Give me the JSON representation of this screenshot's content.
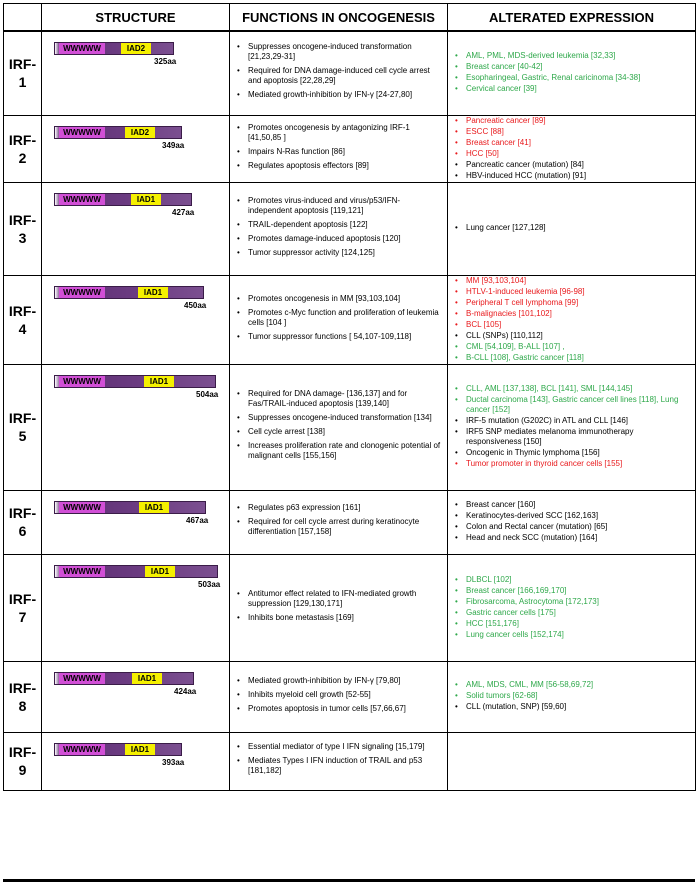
{
  "headers": {
    "name": "",
    "structure": "STRUCTURE",
    "functions": "FUNCTIONS IN ONCOGENESIS",
    "expression": "ALTERATED EXPRESSION"
  },
  "colors": {
    "green": "#2ea84a",
    "red": "#e8191c",
    "black": "#000000",
    "w_motif": "#d14fd6",
    "iad": "#f5f000",
    "body": "#6a3a80"
  },
  "rows": [
    {
      "name": [
        "IRF-",
        "1"
      ],
      "structure": {
        "motif": "WWWWW",
        "iad": "IAD2",
        "length": "325aa"
      },
      "functions": [
        "Suppresses oncogene-induced transformation [21,23,29-31]",
        "Required for DNA damage-induced cell cycle arrest and apoptosis [22,28,29]",
        "Mediated growth-inhibition by IFN-γ [24-27,80]"
      ],
      "expression": [
        {
          "text": "AML, PML, MDS-derived leukemia [32,33]",
          "color": "green"
        },
        {
          "text": "Breast cancer [40-42]",
          "color": "green"
        },
        {
          "text": "Esopharingeal, Gastric, Renal caricinoma [34-38]",
          "color": "green"
        },
        {
          "text": "Cervical cancer [39]",
          "color": "green"
        }
      ]
    },
    {
      "name": [
        "IRF-",
        "2"
      ],
      "structure": {
        "motif": "WWWWW",
        "iad": "IAD2",
        "length": "349aa"
      },
      "functions": [
        "Promotes oncogenesis by antagonizing IRF-1 [41,50,85 ]",
        "Impairs N-Ras function [86]",
        "Regulates apoptosis effectors [89]"
      ],
      "expression": [
        {
          "text": "Pancreatic cancer [89]",
          "color": "red"
        },
        {
          "text": "ESCC [88]",
          "color": "red"
        },
        {
          "text": "Breast cancer [41]",
          "color": "red"
        },
        {
          "text": "HCC [50]",
          "color": "red"
        },
        {
          "text": "Pancreatic cancer (mutation) [84]",
          "color": "black"
        },
        {
          "text": "HBV-induced HCC (mutation) [91]",
          "color": "black"
        }
      ]
    },
    {
      "name": [
        "IRF-",
        "3"
      ],
      "structure": {
        "motif": "WWWWW",
        "iad": "IAD1",
        "length": "427aa"
      },
      "functions": [
        "Promotes virus-induced and virus/p53/IFN-independent apoptosis [119,121]",
        "TRAIL-dependent apoptosis [122]",
        "Promotes damage-induced apoptosis [120]",
        "Tumor suppressor activity [124,125]"
      ],
      "expression": [
        {
          "text": "Lung cancer [127,128]",
          "color": "black"
        }
      ]
    },
    {
      "name": [
        "IRF-",
        "4"
      ],
      "structure": {
        "motif": "WWWWW",
        "iad": "IAD1",
        "length": "450aa"
      },
      "functions": [
        "Promotes oncogenesis in MM [93,103,104]",
        "Promotes c-Myc function and proliferation of leukemia cells [104 ]",
        "Tumor suppressor functions [ 54,107-109,118]"
      ],
      "expression": [
        {
          "text": "MM [93,103,104]",
          "color": "red"
        },
        {
          "text": "HTLV-1-induced leukemia [96-98]",
          "color": "red"
        },
        {
          "text": "Peripheral T cell lymphoma [99]",
          "color": "red"
        },
        {
          "text": "B-malignacies [101,102]",
          "color": "red"
        },
        {
          "text": "BCL [105]",
          "color": "red"
        },
        {
          "text": "CLL (SNPs) [110,112]",
          "color": "black"
        },
        {
          "text": "CML [54,109], B-ALL [107] ,",
          "color": "green"
        },
        {
          "text": "B-CLL [108], Gastric cancer [118]",
          "color": "green"
        }
      ]
    },
    {
      "name": [
        "IRF-",
        "5"
      ],
      "structure": {
        "motif": "WWWWW",
        "iad": "IAD1",
        "length": "504aa"
      },
      "functions": [
        "Required for DNA damage- [136,137] and for Fas/TRAIL-induced apoptosis [139,140]",
        "Suppresses oncogene-induced transformation [134]",
        "Cell cycle arrest [138]",
        "Increases proliferation rate and clonogenic potential of malignant cells [155,156]"
      ],
      "expression": [
        {
          "text": "CLL, AML [137,138], BCL [141], SML [144,145]",
          "color": "green"
        },
        {
          "text": "Ductal carcinoma [143], Gastric cancer cell lines [118], Lung cancer [152]",
          "color": "green"
        },
        {
          "text": "IRF-5 mutation (G202C) in ATL and CLL [146]",
          "color": "black"
        },
        {
          "text": "IRF5 SNP mediates melanoma immunotherapy responsiveness [150]",
          "color": "black"
        },
        {
          "text": "Oncogenic in Thymic lymphoma [156]",
          "color": "black"
        },
        {
          "text": "Tumor promoter in thyroid cancer cells [155]",
          "color": "red"
        }
      ]
    },
    {
      "name": [
        "IRF-",
        "6"
      ],
      "structure": {
        "motif": "WWWWW",
        "iad": "IAD1",
        "length": "467aa"
      },
      "functions": [
        "Regulates p63 expression [161]",
        "Required for cell cycle arrest during keratinocyte differentiation [157,158]"
      ],
      "expression": [
        {
          "text": "Breast cancer [160]",
          "color": "black"
        },
        {
          "text": "Keratinocytes-derived SCC [162,163]",
          "color": "black"
        },
        {
          "text": "Colon and Rectal cancer (mutation) [65]",
          "color": "black"
        },
        {
          "text": "Head and neck SCC (mutation) [164]",
          "color": "black"
        }
      ]
    },
    {
      "name": [
        "IRF-",
        "7"
      ],
      "structure": {
        "motif": "WWWWW",
        "iad": "IAD1",
        "length": "503aa"
      },
      "functions": [
        "Antitumor effect related to IFN-mediated growth suppression [129,130,171]",
        "Inhibits bone metastasis [169]"
      ],
      "expression": [
        {
          "text": "DLBCL [102]",
          "color": "green"
        },
        {
          "text": "Breast cancer [166,169,170]",
          "color": "green"
        },
        {
          "text": "Fibrosarcoma, Astrocytoma [172,173]",
          "color": "green"
        },
        {
          "text": "Gastric cancer cells [175]",
          "color": "green"
        },
        {
          "text": "HCC [151,176]",
          "color": "green"
        },
        {
          "text": "Lung cancer cells [152,174]",
          "color": "green"
        }
      ]
    },
    {
      "name": [
        "IRF-",
        "8"
      ],
      "structure": {
        "motif": "WWWWW",
        "iad": "IAD1",
        "length": "424aa"
      },
      "functions": [
        "Mediated growth-inhibition by IFN-γ [79,80]",
        "Inhibits myeloid cell growth [52-55]",
        "Promotes apoptosis in tumor cells [57,66,67]"
      ],
      "expression": [
        {
          "text": "AML, MDS, CML, MM [56-58,69,72]",
          "color": "green"
        },
        {
          "text": "Solid tumors [62-68]",
          "color": "green"
        },
        {
          "text": "CLL (mutation, SNP) [59,60]",
          "color": "black"
        }
      ]
    },
    {
      "name": [
        "IRF-",
        "9"
      ],
      "structure": {
        "motif": "WWWWW",
        "iad": "IAD1",
        "length": "393aa"
      },
      "functions": [
        "Essential mediator of type I IFN signaling [15,179]",
        "Mediates Types I IFN induction of TRAIL and p53 [181,182]"
      ],
      "expression": []
    }
  ]
}
